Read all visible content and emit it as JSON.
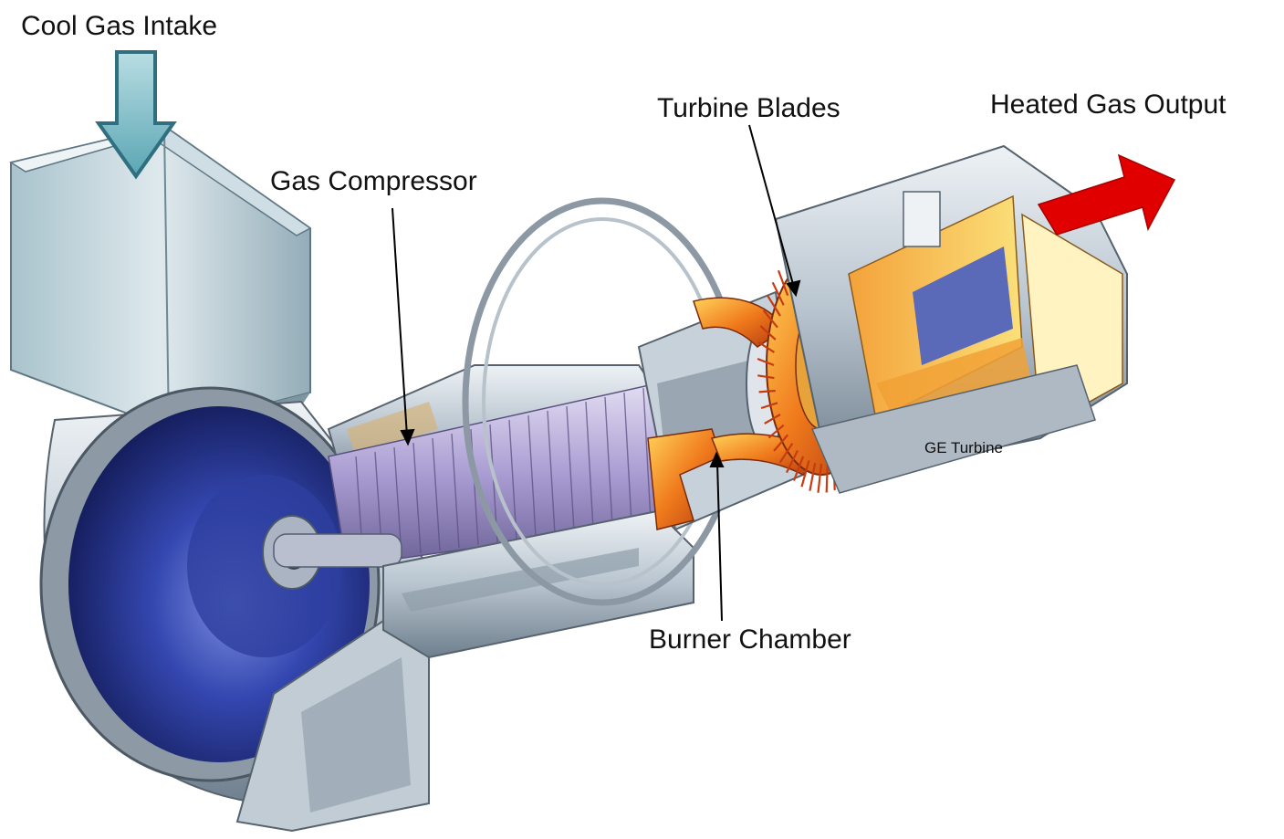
{
  "labels": {
    "intake": "Cool Gas Intake",
    "compressor": "Gas Compressor",
    "turbine_blades": "Turbine Blades",
    "output": "Heated Gas Output",
    "burner": "Burner Chamber",
    "ge_turbine": "GE Turbine"
  },
  "colors": {
    "intake_arrow": "#6fb8c4",
    "output_arrow": "#e00000",
    "housing_steel": "#c9d3dc",
    "intake_bell_blue": "#1f2f86",
    "hot_section": "#f07a1c",
    "exhaust_yellow": "#f6c54a"
  },
  "icons": {
    "intake_arrow": "down-arrow-icon",
    "output_arrow": "right-arrow-icon"
  }
}
